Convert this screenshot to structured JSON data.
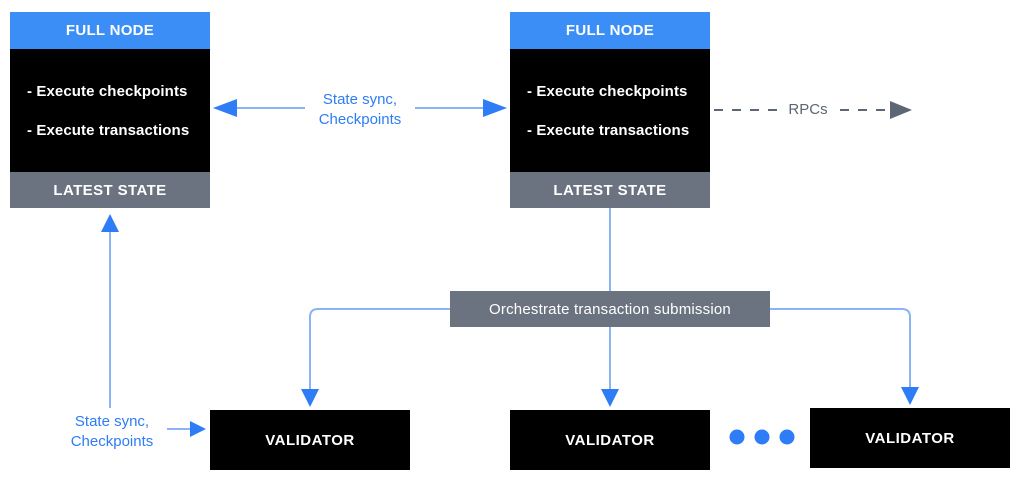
{
  "colors": {
    "accent_blue": "#2E7CF6",
    "light_blue": "#8AB4F3",
    "header_blue": "#3B8EF6",
    "box_gray": "#6B7280",
    "dash_gray": "#5D6675",
    "box_black": "#000000"
  },
  "full_node_left": {
    "title": "FULL NODE",
    "items": [
      "- Execute checkpoints",
      "- Execute transactions"
    ],
    "footer": "LATEST STATE"
  },
  "full_node_right": {
    "title": "FULL NODE",
    "items": [
      "- Execute checkpoints",
      "- Execute transactions"
    ],
    "footer": "LATEST STATE"
  },
  "labels": {
    "state_sync_top_line1": "State sync,",
    "state_sync_top_line2": "Checkpoints",
    "rpcs": "RPCs",
    "orchestrate": "Orchestrate transaction submission",
    "state_sync_bottom_line1": "State sync,",
    "state_sync_bottom_line2": "Checkpoints"
  },
  "validators": [
    {
      "label": "VALIDATOR"
    },
    {
      "label": "VALIDATOR"
    },
    {
      "label": "VALIDATOR"
    }
  ]
}
